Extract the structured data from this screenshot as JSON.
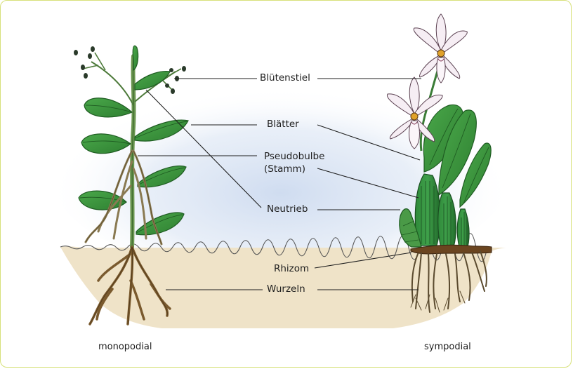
{
  "labels": {
    "bluetenstiel": "Blütenstiel",
    "blaetter": "Blätter",
    "pseudobulbe_line1": "Pseudobulbe",
    "pseudobulbe_line2": "(Stamm)",
    "neutrieb": "Neutrieb",
    "rhizom": "Rhizom",
    "wurzeln": "Wurzeln"
  },
  "captions": {
    "left": "monopodial",
    "right": "sympodial"
  },
  "colors": {
    "leaf": "#3f9a3f",
    "leaf_dark": "#236a25",
    "stem": "#5b8a45",
    "root": "#7a5a2e",
    "soil": "#efe3c8",
    "sky": "#d8e4f3",
    "flower": "#f6eef4",
    "frame": "#d7e17a"
  }
}
